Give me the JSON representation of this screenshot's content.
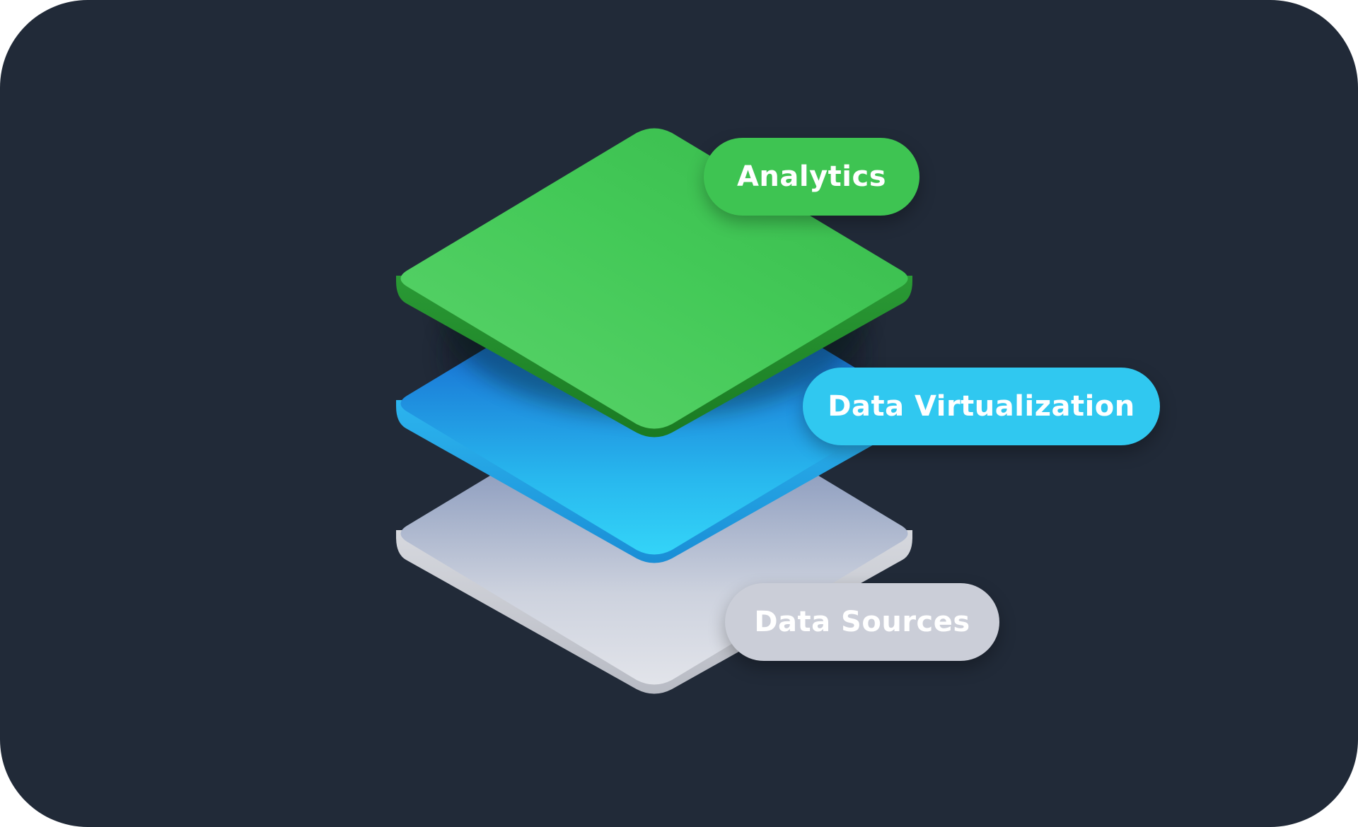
{
  "colors": {
    "background": "#212a38",
    "analytics": "#3ec452",
    "virtualization": "#30c8f0",
    "sources": "#cbced8"
  },
  "layers": [
    {
      "id": "analytics",
      "label": "Analytics"
    },
    {
      "id": "virtualization",
      "label": "Data Virtualization"
    },
    {
      "id": "sources",
      "label": "Data Sources"
    }
  ]
}
